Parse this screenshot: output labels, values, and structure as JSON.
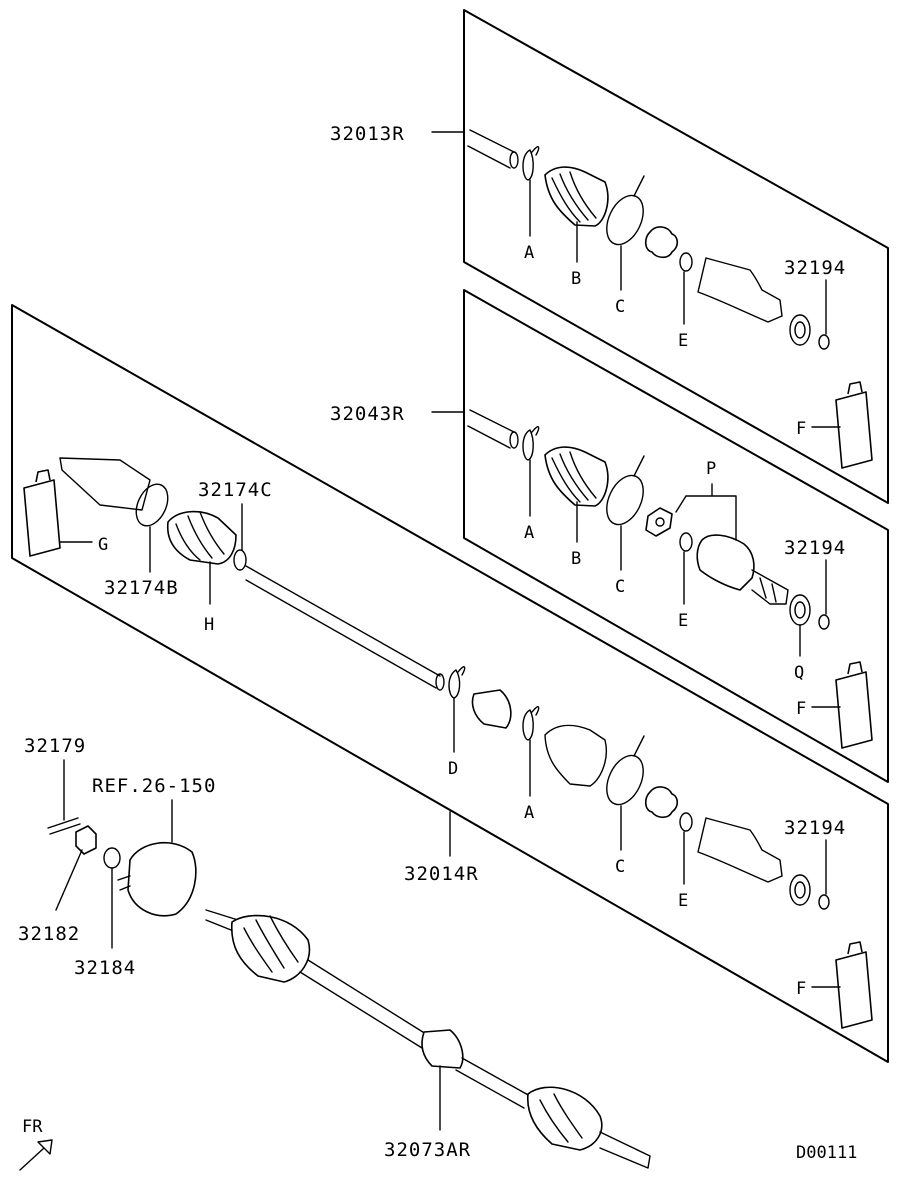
{
  "labels": {
    "p32013R": "32013R",
    "p32043R": "32043R",
    "p32194_1": "32194",
    "p32194_2": "32194",
    "p32194_3": "32194",
    "p32174C": "32174C",
    "p32174B": "32174B",
    "p32179": "32179",
    "ref": "REF.26-150",
    "p32014R": "32014R",
    "p32182": "32182",
    "p32184": "32184",
    "p32073AR": "32073AR",
    "fr": "FR",
    "code": "D00111",
    "A1": "A",
    "B1": "B",
    "C1": "C",
    "E1": "E",
    "A2": "A",
    "B2": "B",
    "C2": "C",
    "E2": "E",
    "F2": "F",
    "F1": "F",
    "P": "P",
    "Q": "Q",
    "G": "G",
    "H": "H",
    "D": "D",
    "A3": "A",
    "C3": "C",
    "E3": "E",
    "F3": "F"
  }
}
